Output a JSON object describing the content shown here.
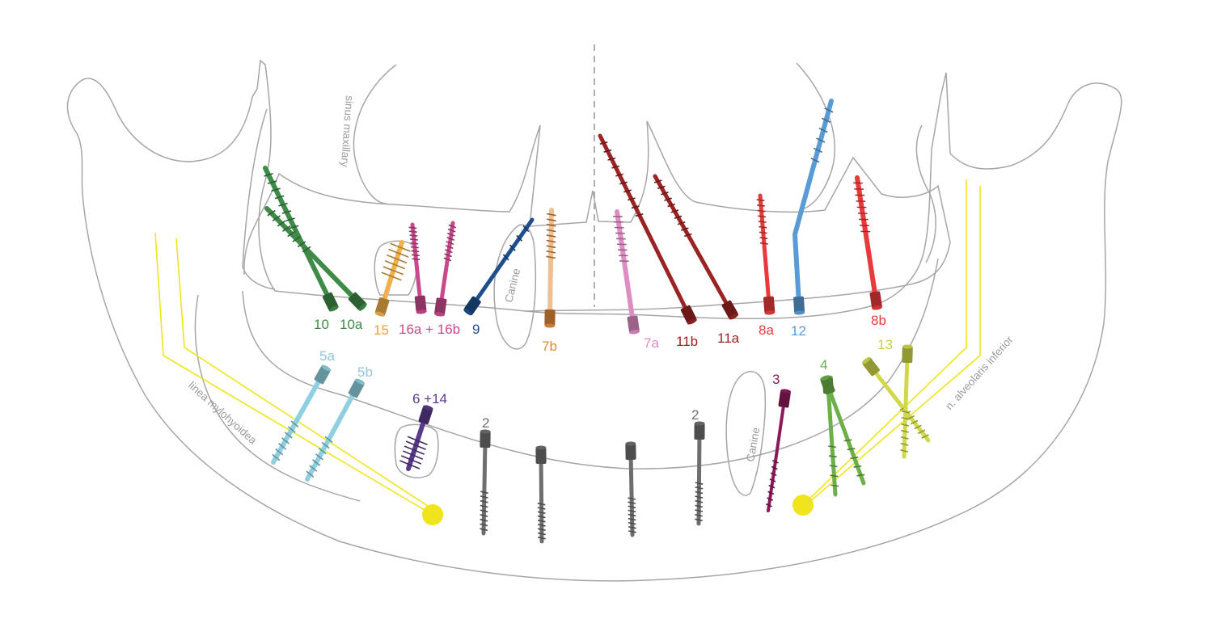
{
  "anatomy": {
    "sinus_label": "sinus maxillary",
    "mylohyoid_label": "linea  mylohyoidea",
    "nerve_label": "n. alveolaris inferior",
    "canine_upper_label": "Canine",
    "canine_lower_label": "Canine"
  },
  "screws": [
    {
      "id": "10",
      "label": "10",
      "color": "#3e8a47",
      "label_color": "#3e8a47"
    },
    {
      "id": "10a",
      "label": "10a",
      "color": "#3e8a47",
      "label_color": "#3e8a47"
    },
    {
      "id": "15",
      "label": "15",
      "color": "#f0b04a",
      "label_color": "#f0a030"
    },
    {
      "id": "16a+16b",
      "label": "16a + 16b",
      "color": "#c94a8c",
      "label_color": "#c94a8c"
    },
    {
      "id": "9",
      "label": "9",
      "color": "#1d4f8c",
      "label_color": "#1d4f8c"
    },
    {
      "id": "7b",
      "label": "7b",
      "color": "#e08a3a",
      "label_color": "#e08a3a"
    },
    {
      "id": "7a",
      "label": "7a",
      "color": "#de8cc4",
      "label_color": "#de8cc4"
    },
    {
      "id": "11b",
      "label": "11b",
      "color": "#9a2323",
      "label_color": "#9a2323"
    },
    {
      "id": "11a",
      "label": "11a",
      "color": "#9a2323",
      "label_color": "#9a2323"
    },
    {
      "id": "8a",
      "label": "8a",
      "color": "#e83a3a",
      "label_color": "#e83a3a"
    },
    {
      "id": "12",
      "label": "12",
      "color": "#5b9bd5",
      "label_color": "#5b9bd5"
    },
    {
      "id": "8b",
      "label": "8b",
      "color": "#e83a3a",
      "label_color": "#e83a3a"
    },
    {
      "id": "5a",
      "label": "5a",
      "color": "#8fd0e0",
      "label_color": "#8fc8d8"
    },
    {
      "id": "5b",
      "label": "5b",
      "color": "#8fd0e0",
      "label_color": "#8fc8d8"
    },
    {
      "id": "6+14",
      "label": "6 +14",
      "color": "#5a3a8a",
      "label_color": "#5a3a8a"
    },
    {
      "id": "2",
      "label": "2",
      "color": "#6e6e6e",
      "label_color": "#6e6e6e"
    },
    {
      "id": "2r",
      "label": "2",
      "color": "#6e6e6e",
      "label_color": "#6e6e6e"
    },
    {
      "id": "3",
      "label": "3",
      "color": "#8c1a5a",
      "label_color": "#8c1a5a"
    },
    {
      "id": "4",
      "label": "4",
      "color": "#6db04a",
      "label_color": "#6db04a"
    },
    {
      "id": "13",
      "label": "13",
      "color": "#cfd94a",
      "label_color": "#c8cf50"
    }
  ]
}
